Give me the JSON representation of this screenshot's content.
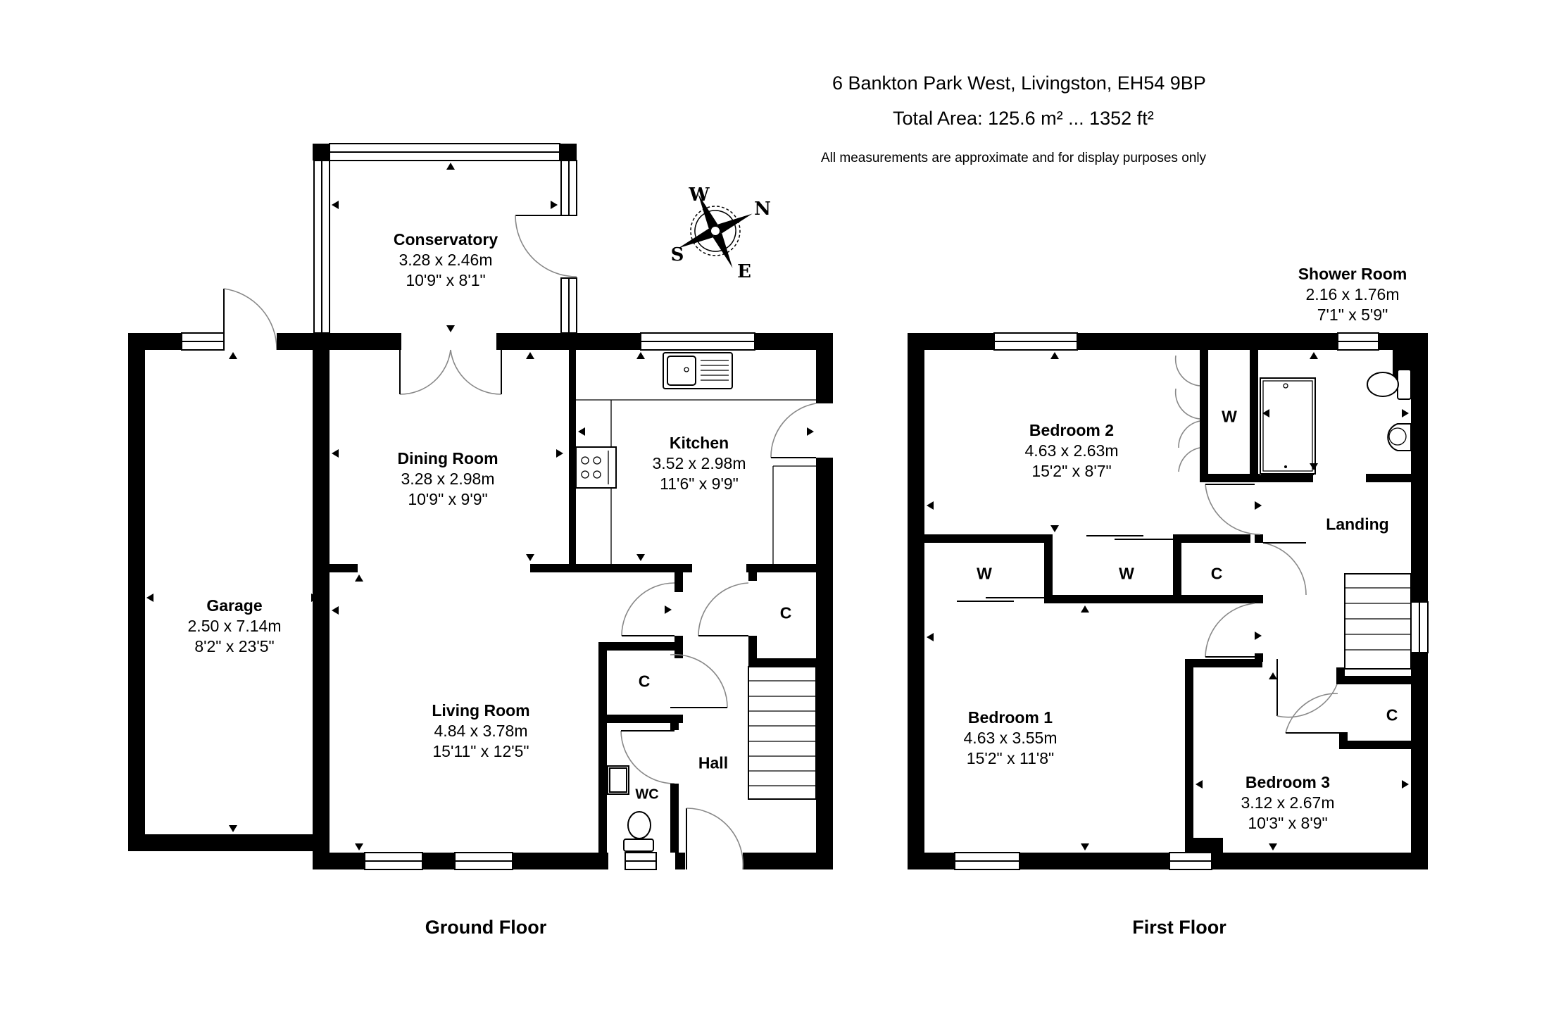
{
  "header": {
    "address": "6 Bankton Park West, Livingston, EH54 9BP",
    "total_area": "Total Area: 125.6 m² ... 1352 ft²",
    "disclaimer": "All measurements are approximate and for display purposes only"
  },
  "compass": {
    "n": "N",
    "e": "E",
    "s": "S",
    "w": "W"
  },
  "ground_floor": {
    "label": "Ground Floor",
    "rooms": [
      {
        "name": "Conservatory",
        "metric": "3.28 x 2.46m",
        "imperial": "10'9\" x 8'1\""
      },
      {
        "name": "Dining Room",
        "metric": "3.28 x 2.98m",
        "imperial": "10'9\" x 9'9\""
      },
      {
        "name": "Kitchen",
        "metric": "3.52 x 2.98m",
        "imperial": "11'6\" x 9'9\""
      },
      {
        "name": "Garage",
        "metric": "2.50 x 7.14m",
        "imperial": "8'2\" x 23'5\""
      },
      {
        "name": "Living Room",
        "metric": "4.84 x 3.78m",
        "imperial": "15'11\" x 12'5\""
      }
    ],
    "small_labels": {
      "hall": "Hall",
      "wc": "WC",
      "cupboard_1": "C",
      "cupboard_2": "C"
    }
  },
  "first_floor": {
    "label": "First Floor",
    "rooms": [
      {
        "name": "Shower Room",
        "metric": "2.16 x 1.76m",
        "imperial": "7'1\" x 5'9\""
      },
      {
        "name": "Bedroom 2",
        "metric": "4.63 x 2.63m",
        "imperial": "15'2\" x 8'7\""
      },
      {
        "name": "Bedroom 1",
        "metric": "4.63 x 3.55m",
        "imperial": "15'2\" x 11'8\""
      },
      {
        "name": "Bedroom 3",
        "metric": "3.12 x 2.67m",
        "imperial": "10'3\" x 8'9\""
      }
    ],
    "small_labels": {
      "landing": "Landing",
      "wardrobe_bed2": "W",
      "wardrobe_1": "W",
      "wardrobe_2": "W",
      "cupboard_1": "C",
      "cupboard_2": "C"
    }
  }
}
